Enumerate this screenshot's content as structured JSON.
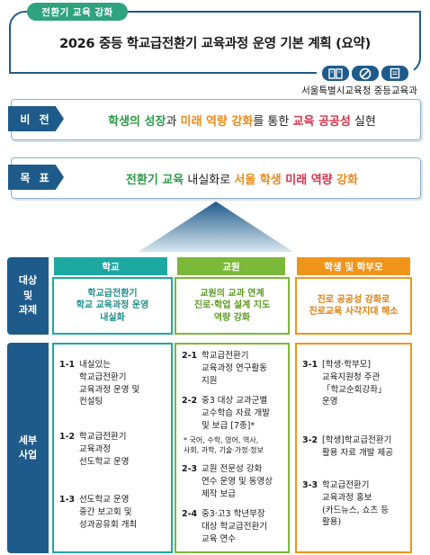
{
  "header": {
    "tag": "전환기 교육 강화",
    "title": "2026 중등 학교급전환기 교육과정 운영 기본 계획 (요약)",
    "org": "서울특별시교육청 중등교육과",
    "icons": [
      "book-icon",
      "no-entry-icon",
      "notepad-icon"
    ]
  },
  "vision": {
    "label": "비 전",
    "parts": [
      {
        "text": "학생의 성장",
        "style": "green"
      },
      {
        "text": "과 ",
        "style": "plain"
      },
      {
        "text": "미래 역량 강화",
        "style": "orange"
      },
      {
        "text": "를 통한 ",
        "style": "plain"
      },
      {
        "text": "교육 공공성",
        "style": "red"
      },
      {
        "text": " 실현",
        "style": "plain"
      }
    ]
  },
  "goal": {
    "label": "목 표",
    "parts": [
      {
        "text": "전환기 교육",
        "style": "green"
      },
      {
        "text": " 내실화로 ",
        "style": "plain"
      },
      {
        "text": "서울 학생 ",
        "style": "orange"
      },
      {
        "text": "미래 역량",
        "style": "red"
      },
      {
        "text": " 강화",
        "style": "orange"
      }
    ]
  },
  "sections": {
    "target_label": "대상\n및\n과제",
    "detail_label": "세부\n사업"
  },
  "colors": {
    "navy": "#1f5b8a",
    "teal": "#1ea8a2",
    "green": "#7cb83a",
    "orange": "#f0951c"
  },
  "columns": [
    {
      "head": "학교",
      "task": "학교급전환기\n학교 교육과정 운영\n내실화",
      "items": [
        {
          "num": "1-1",
          "text": "내실있는\n학교급전환기\n교육과정 운영 및\n컨설팅"
        },
        {
          "num": "1-2",
          "text": "학교급전환기\n교육과정\n선도학교 운영"
        },
        {
          "num": "1-3",
          "text": "선도학교 운영\n중간 보고회 및\n성과공유회 개최"
        }
      ]
    },
    {
      "head": "교원",
      "task": "교원의 교과 연계\n진로·학업 설계 지도\n역량 강화",
      "items": [
        {
          "num": "2-1",
          "text": "학교급전환기\n교육과정 연구활동\n지원"
        },
        {
          "num": "2-2",
          "text": "중3 대상 교과군별\n교수학습 자료 개발\n및 보급 [7종]*",
          "note": "* 국어, 수학, 영어, 역사,\n  사회, 과학, 기술·가정·정보"
        },
        {
          "num": "2-3",
          "text": "교원 전문성 강화\n연수 운영 및 동영상\n제작 보급"
        },
        {
          "num": "2-4",
          "text": "중3·고3 학년부장\n대상 학교급전환기\n교육 연수"
        }
      ]
    },
    {
      "head": "학생 및 학부모",
      "task": "진로 공공성 강화로\n진로교육 사각지대 해소",
      "items": [
        {
          "num": "3-1",
          "text": "[학생·학부모]\n교육지원청 주관\n「학교순회강좌」\n운영"
        },
        {
          "num": "3-2",
          "text": "[학생]학교급전환기\n활용 자료 개발 제공"
        },
        {
          "num": "3-3",
          "text": "학교급전환기\n교육과정 홍보\n(카드뉴스, 쇼츠 등\n활용)"
        }
      ]
    }
  ]
}
